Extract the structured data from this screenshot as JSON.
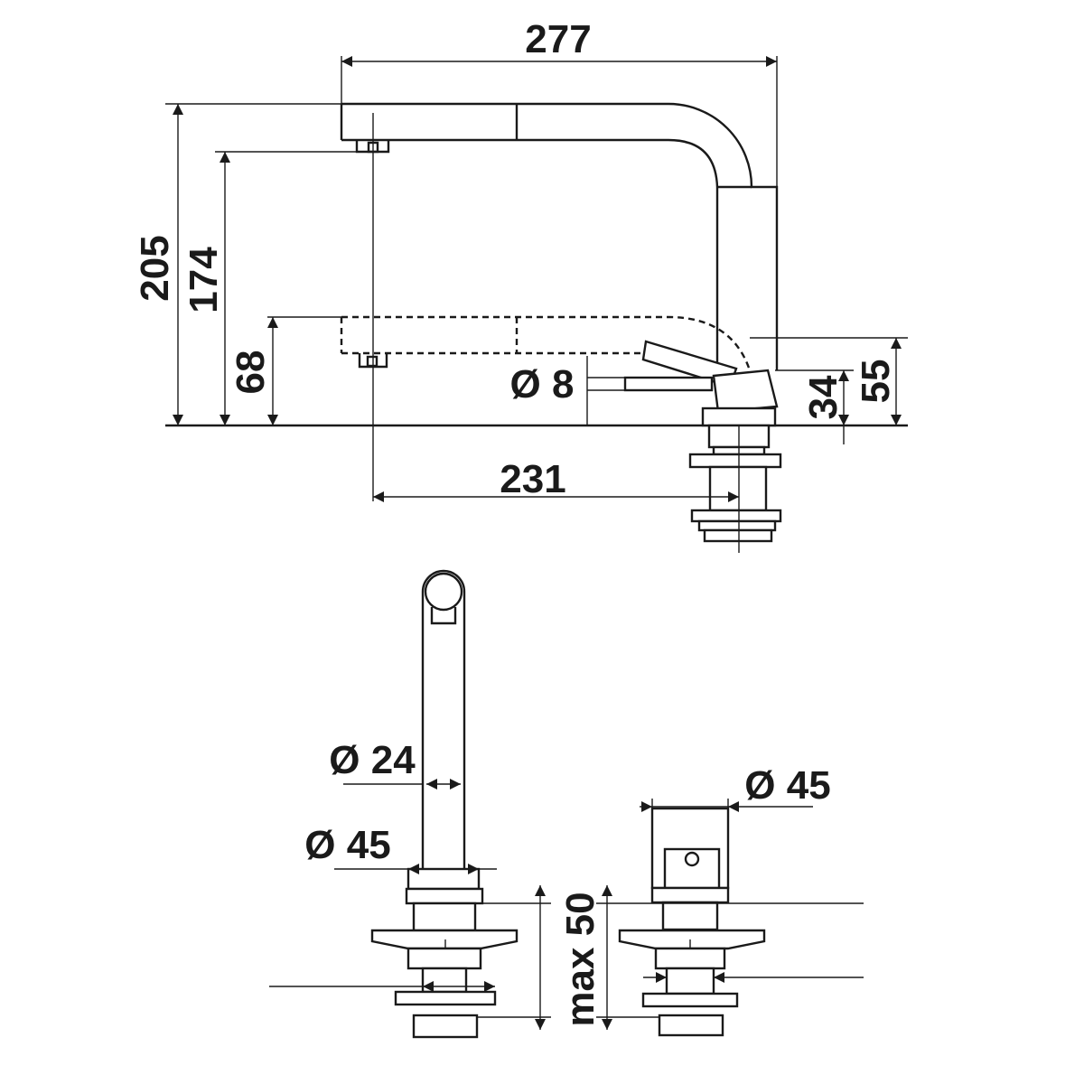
{
  "dimensions": {
    "width_277": "277",
    "height_205": "205",
    "height_174": "174",
    "height_68": "68",
    "dia_8": "Ø 8",
    "height_34": "34",
    "height_55": "55",
    "reach_231": "231",
    "dia_24": "Ø 24",
    "dia_45_left": "Ø 45",
    "dia_45_right": "Ø 45",
    "max_50": "max 50"
  },
  "colors": {
    "ink": "#1a1a1a",
    "paper": "#ffffff"
  }
}
